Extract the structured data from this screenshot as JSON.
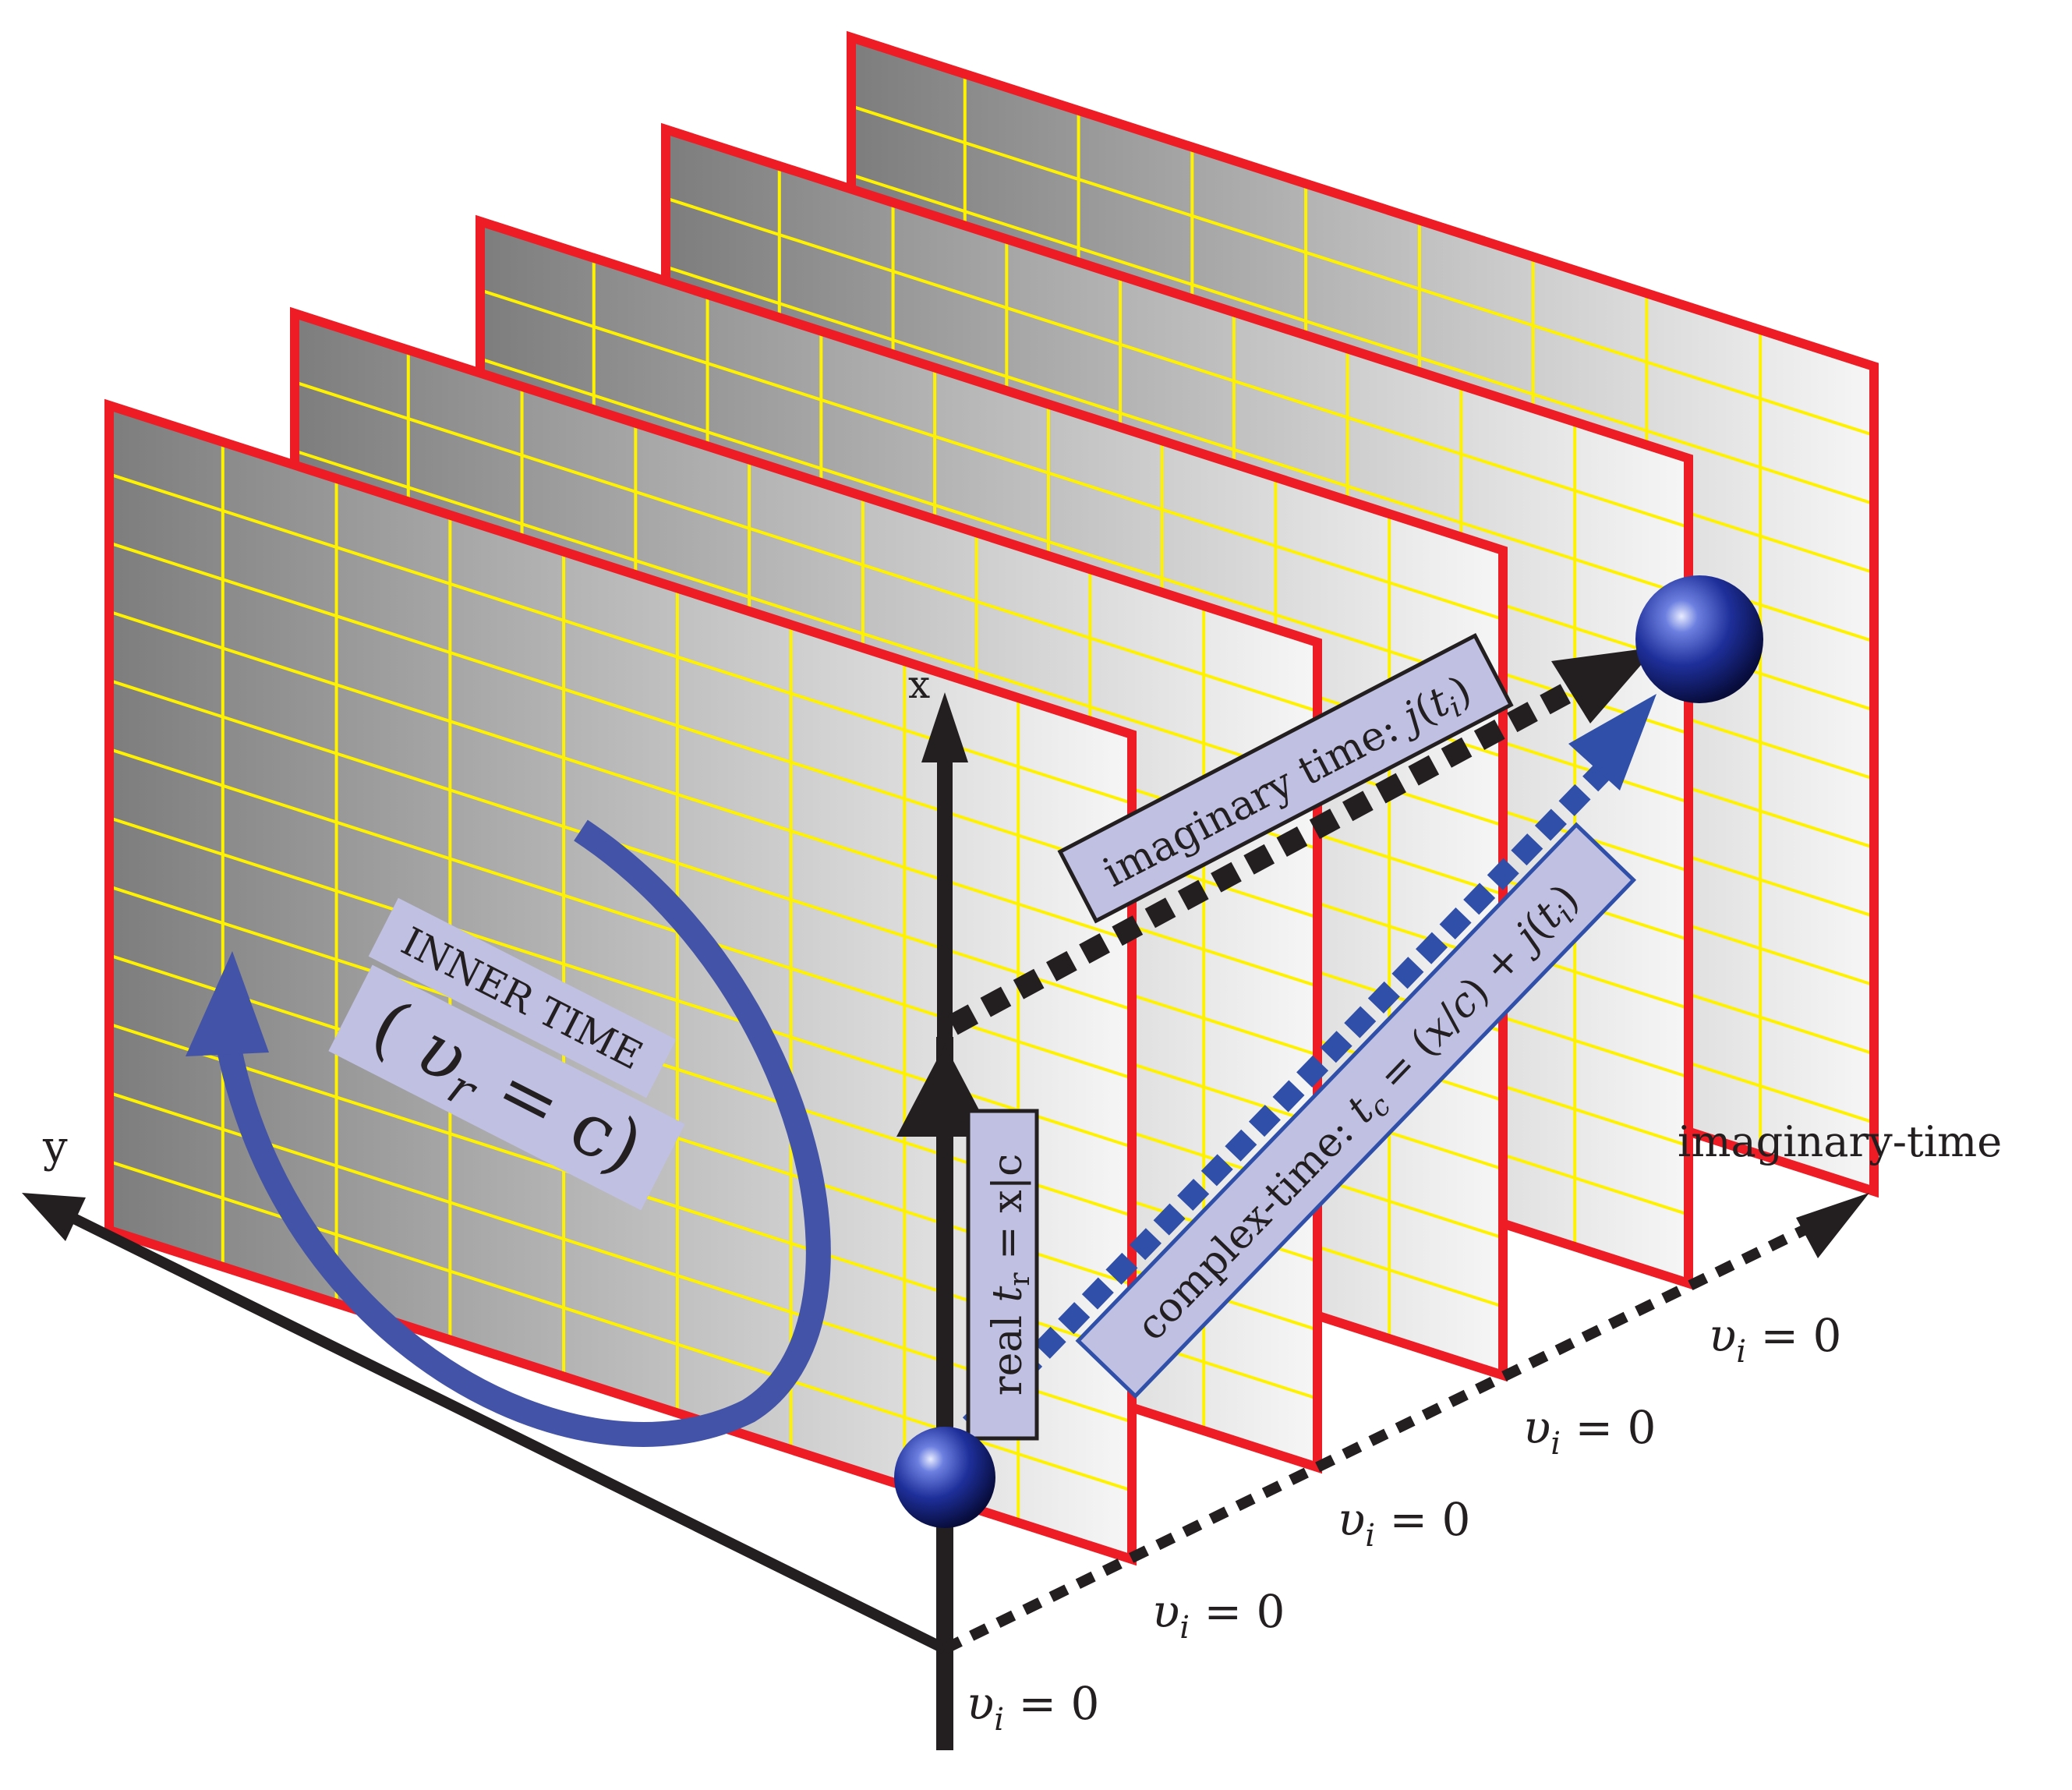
{
  "axes": {
    "x": "x",
    "y": "y",
    "imaginary": "imaginary-time"
  },
  "zero_labels": [
    "υ",
    "i",
    "= 0"
  ],
  "labels": {
    "imaginary_time": {
      "prefix": "imaginary time: ",
      "j": "j",
      "open": "(",
      "t": "t",
      "sub": "i",
      "close": ")"
    },
    "complex_time": {
      "prefix": "complex-time: ",
      "t": "t",
      "sub": "c",
      "eq": " = (",
      "x": "x",
      "slash": "/",
      "c": "c",
      "mid": ") + ",
      "j": "j",
      "open": "(",
      "t2": "t",
      "sub2": "i",
      "close": ")"
    },
    "real_time": {
      "prefix": "real ",
      "t": "t",
      "sub": "r",
      "rest": " = x|c"
    },
    "inner_time": {
      "line1": "INNER TIME",
      "line2_open": "( ",
      "v": "υ",
      "sub": "r",
      "line2_rest": " = c)"
    }
  },
  "colors": {
    "frame": "#ee1c25",
    "grid": "#fff200",
    "arrow_blue": "#4353a8",
    "dash_blue": "#2f4fa8",
    "label_bg": "#c0c0e2",
    "sphere": "#1e2f9a"
  },
  "plane_count": 5,
  "grid_columns": 9,
  "grid_rows": 12
}
